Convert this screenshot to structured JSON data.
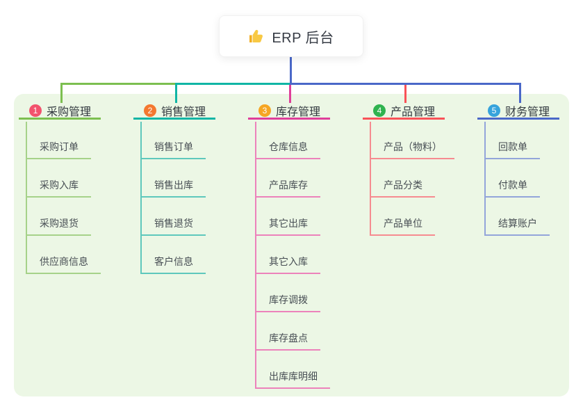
{
  "root": {
    "title": "ERP 后台",
    "icon": "thumbs-up-icon",
    "line_color": "#4a68c8"
  },
  "canvas": {
    "panel_color": "#ecf7e5",
    "background": "#ffffff"
  },
  "branches": [
    {
      "index": "1",
      "title": "采购管理",
      "color": "#7cbf50",
      "subline": "#a6d289",
      "badge": "#f2536d",
      "items": [
        "采购订单",
        "采购入库",
        "采购退货",
        "供应商信息"
      ]
    },
    {
      "index": "2",
      "title": "销售管理",
      "color": "#10b5a5",
      "subline": "#5ec8bc",
      "badge": "#f47830",
      "items": [
        "销售订单",
        "销售出库",
        "销售退货",
        "客户信息"
      ]
    },
    {
      "index": "3",
      "title": "库存管理",
      "color": "#df3f9a",
      "subline": "#ec82bb",
      "badge": "#f6a623",
      "items": [
        "仓库信息",
        "产品库存",
        "其它出库",
        "其它入库",
        "库存调拨",
        "库存盘点",
        "出库库明细"
      ]
    },
    {
      "index": "4",
      "title": "产品管理",
      "color": "#f95258",
      "subline": "#f68b90",
      "badge": "#2fb34f",
      "items": [
        "产品（物料）",
        "产品分类",
        "产品单位"
      ]
    },
    {
      "index": "5",
      "title": "财务管理",
      "color": "#4a68c8",
      "subline": "#93a5da",
      "badge": "#36a3dc",
      "items": [
        "回款单",
        "付款单",
        "结算账户"
      ]
    }
  ]
}
